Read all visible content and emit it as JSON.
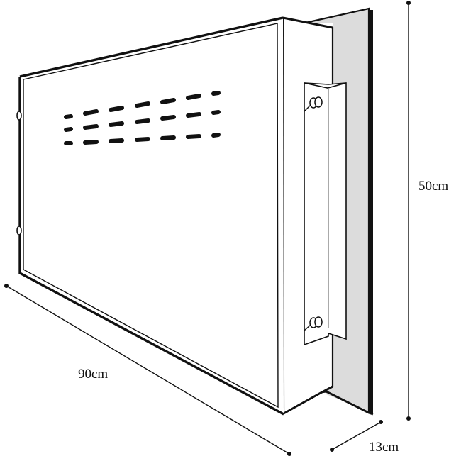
{
  "diagram": {
    "subject": "wall-mounted box cabinet with mounting bracket",
    "colors": {
      "line": "#111111",
      "face": "#ffffff",
      "wall_plate": "#dcdcdc",
      "background": "#ffffff"
    },
    "dimensions": {
      "width": {
        "label": "90cm"
      },
      "height": {
        "label": "50cm"
      },
      "depth": {
        "label": "13cm"
      }
    },
    "vent_slots": {
      "rows": 3,
      "columns": 7
    }
  }
}
